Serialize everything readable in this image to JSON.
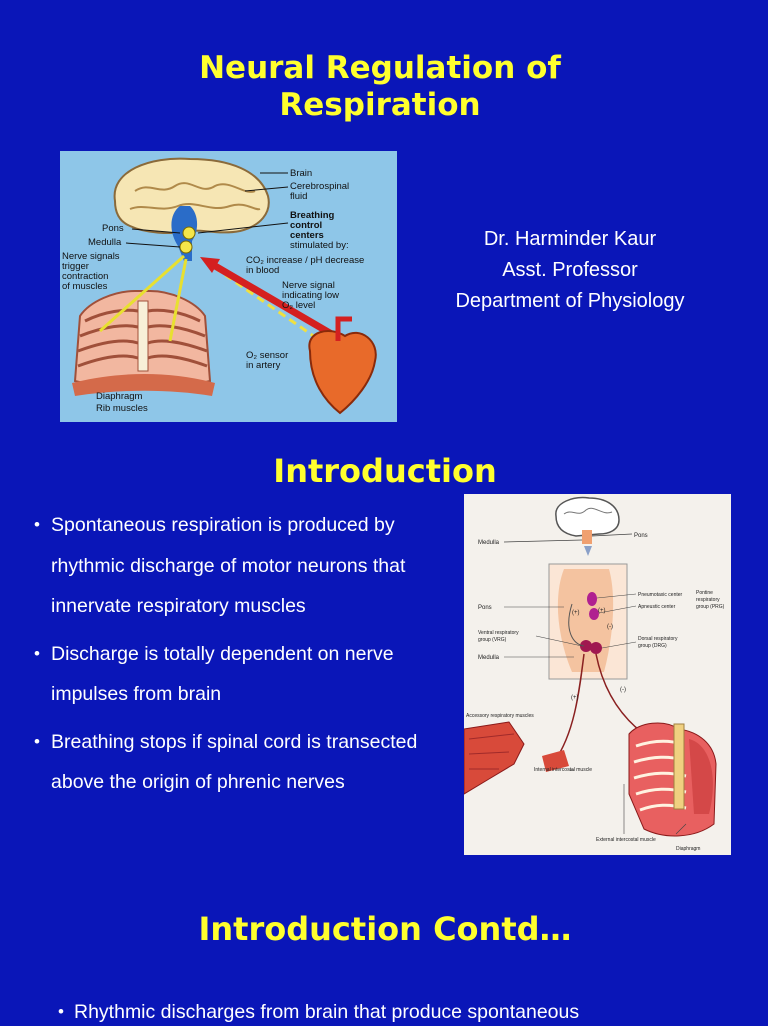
{
  "title": "Neural Regulation of Respiration",
  "author": {
    "name": "Dr. Harminder Kaur",
    "position": "Asst. Professor",
    "department": "Department of Physiology"
  },
  "figure1": {
    "labels": {
      "brain": "Brain",
      "csf_line1": "Cerebrospinal",
      "csf_line2": "fluid",
      "bcc_line1": "Breathing",
      "bcc_line2": "control",
      "bcc_line3": "centers",
      "bcc_line4": "stimulated by:",
      "pons": "Pons",
      "medulla": "Medulla",
      "ns_line1": "Nerve signals",
      "ns_line2": "trigger",
      "ns_line3": "contraction",
      "ns_line4": "of muscles",
      "co2_line1": "CO₂ increase / pH decrease",
      "co2_line2": "in blood",
      "nsig_line1": "Nerve signal",
      "nsig_line2": "indicating low",
      "nsig_line3": "O₂ level",
      "o2_line1": "O₂ sensor",
      "o2_line2": "in artery",
      "diaphragm": "Diaphragm",
      "rib_muscles": "Rib muscles"
    }
  },
  "intro": {
    "heading": "Introduction",
    "bullets": [
      "Spontaneous respiration is produced by rhythmic discharge of motor neurons that innervate respiratory muscles",
      "Discharge is totally dependent on nerve impulses from brain",
      "Breathing stops if spinal cord is transected above the origin of phrenic nerves"
    ]
  },
  "figure2": {
    "labels": {
      "medulla_top": "Medulla",
      "pons_top": "Pons",
      "pneumotaxic": "Pneumotaxic center",
      "apneustic": "Apneustic center",
      "prg_line1": "Pontine",
      "prg_line2": "respiratory",
      "prg_line3": "group (PRG)",
      "pons_mid": "Pons",
      "vrg_line1": "Ventral respiratory",
      "vrg_line2": "group (VRG)",
      "drg_line1": "Dorsal respiratory",
      "drg_line2": "group (DRG)",
      "medulla_mid": "Medulla",
      "plus1": "(+)",
      "plus2": "(+)",
      "minus": "(-)",
      "plus3": "(+)",
      "minus2": "(-)",
      "accessory": "Accessory respiratory muscles",
      "internal": "Internal intercostal muscle",
      "external": "External intercostal muscle",
      "diaphragm": "Diaphragm"
    }
  },
  "contd": {
    "heading": "Introduction Contd…",
    "bullet": "Rhythmic discharges from brain that produce spontaneous"
  }
}
